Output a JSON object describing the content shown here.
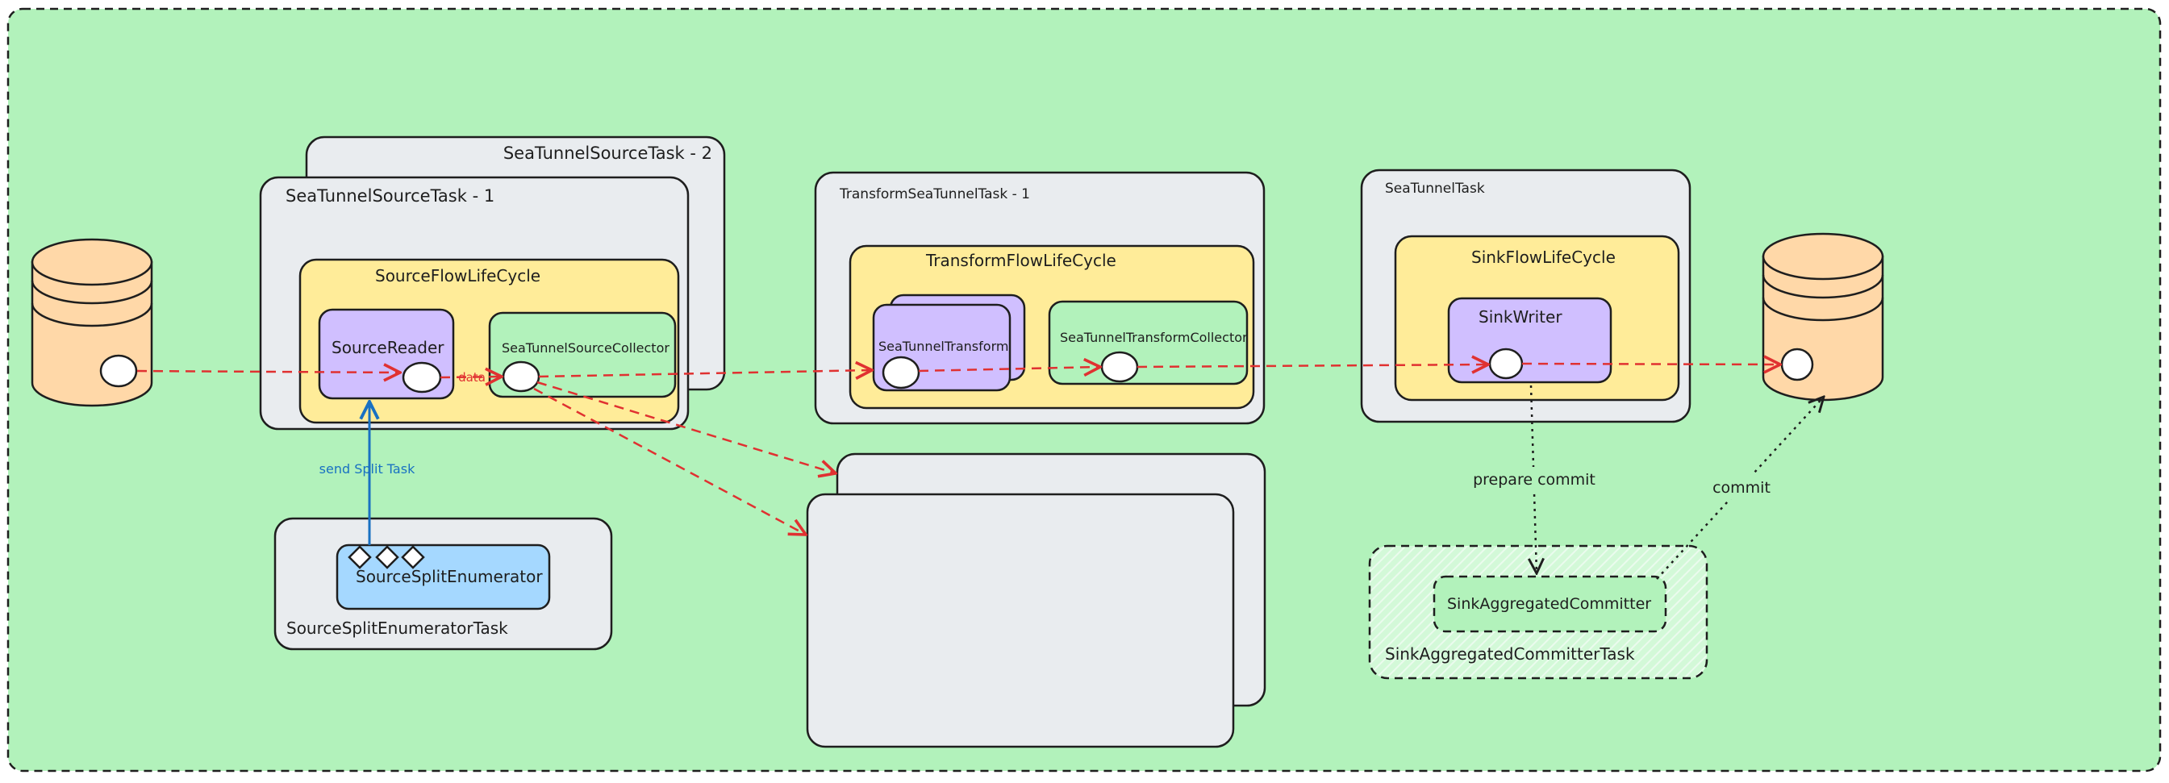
{
  "colors": {
    "background": "#b2f2bb",
    "panel": "#e9ecef",
    "lifecycle": "#ffec99",
    "reader": "#d0bfff",
    "collector": "#b2f2bb",
    "enumerator": "#a5d8ff",
    "database": "#ffd8a8",
    "data_arrow": "#e03131",
    "split_arrow": "#1971c2",
    "stroke": "#1e1e1e"
  },
  "source_tasks": {
    "back_title": "SeaTunnelSourceTask - 2",
    "front_title": "SeaTunnelSourceTask - 1",
    "lifecycle_title": "SourceFlowLifeCycle",
    "reader_label": "SourceReader",
    "collector_label": "SeaTunnelSourceCollector",
    "data_label": "data"
  },
  "enumerator_task": {
    "title": "SourceSplitEnumeratorTask",
    "enumerator_label": "SourceSplitEnumerator",
    "send_label": "send Split Task"
  },
  "transform_task": {
    "title": "TransformSeaTunnelTask - 1",
    "lifecycle_title": "TransformFlowLifeCycle",
    "transform_label": "SeaTunnelTransform",
    "collector_label": "SeaTunnelTransformCollector"
  },
  "sink_task": {
    "title": "SeaTunnelTask",
    "lifecycle_title": "SinkFlowLifeCycle",
    "writer_label": "SinkWriter",
    "prepare_label": "prepare commit",
    "commit_label": "commit"
  },
  "committer_task": {
    "title": "SinkAggregatedCommitterTask",
    "committer_label": "SinkAggregatedCommitter"
  }
}
